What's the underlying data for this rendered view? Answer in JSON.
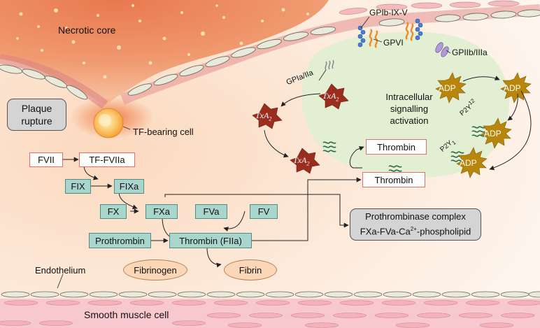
{
  "regions": {
    "necrotic_core": "Necrotic core",
    "plaque_rupture_line1": "Plaque",
    "plaque_rupture_line2": "rupture",
    "tf_bearing_cell": "TF-bearing cell",
    "endothelium": "Endothelium",
    "smooth_muscle_cell": "Smooth muscle cell",
    "signalling_line1": "Intracellular",
    "signalling_line2": "signalling",
    "signalling_line3": "activation"
  },
  "receptors": {
    "gpib": "GPIb-IX-V",
    "gpvi": "GPVI",
    "gpiib": "GPIIb/IIIa",
    "gpia": "GPIa/IIa",
    "p2y1": "P2Y",
    "p2y1_sub": "1",
    "p2y12": "P2Y",
    "p2y12_sub": "12"
  },
  "mediators": {
    "txa2_main": "TxA",
    "txa2_sub": "2",
    "adp": "ADP"
  },
  "cascade": {
    "fvii": "FVII",
    "tf_fviia": "TF-FVIIa",
    "fix": "FIX",
    "fixa": "FIXa",
    "fx": "FX",
    "fxa": "FXa",
    "fva": "FVa",
    "fv": "FV",
    "prothrombin": "Prothrombin",
    "thrombin_fiia": "Thrombin (FIIa)",
    "fibrinogen": "Fibrinogen",
    "fibrin": "Fibrin",
    "thrombin_top": "Thrombin",
    "thrombin_bottom": "Thrombin"
  },
  "complex": {
    "line1": "Prothrombinase complex",
    "line2_a": "FXa-FVa-Ca",
    "line2_sup": "2+",
    "line2_b": "-phospholipid"
  },
  "colors": {
    "pink_border": "#e07070",
    "teal_fill": "#a8d5cc",
    "txa2_fill": "#9b2d1f",
    "adp_fill": "#b8860b",
    "activation_fill": "#e3efd3",
    "complex_fill": "#d4d4d4"
  }
}
